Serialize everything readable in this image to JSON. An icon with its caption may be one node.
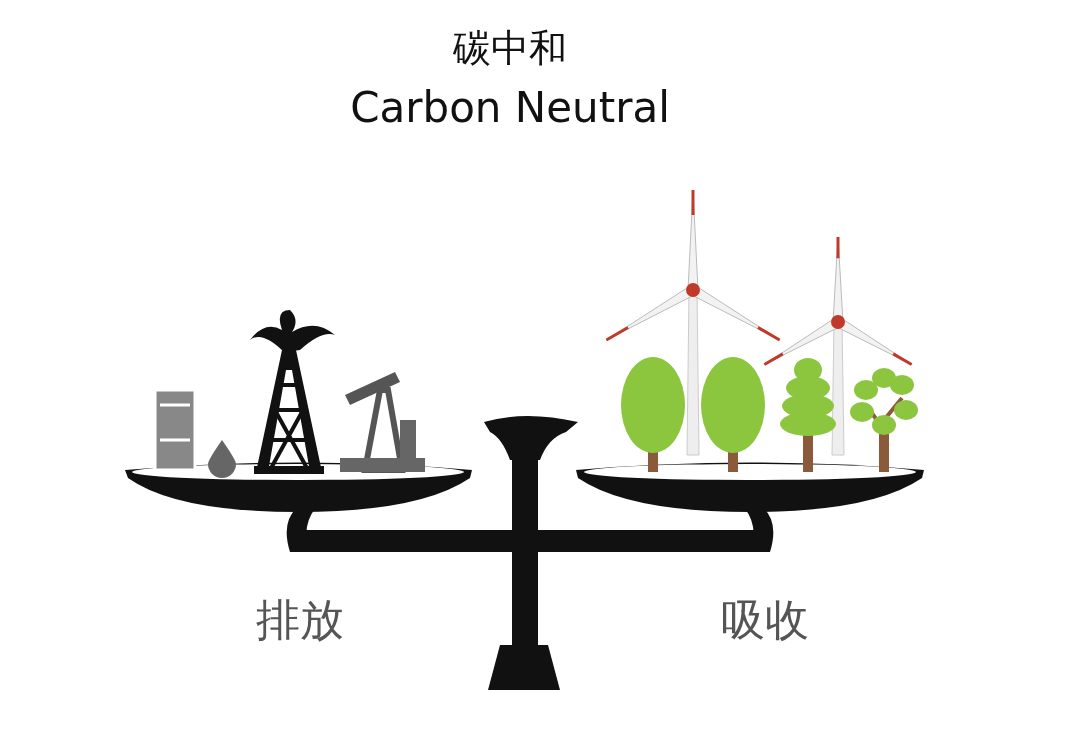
{
  "diagram": {
    "title": "碳中和",
    "labels": [
      "Carbon Neutral",
      "排放",
      "吸收"
    ]
  }
}
